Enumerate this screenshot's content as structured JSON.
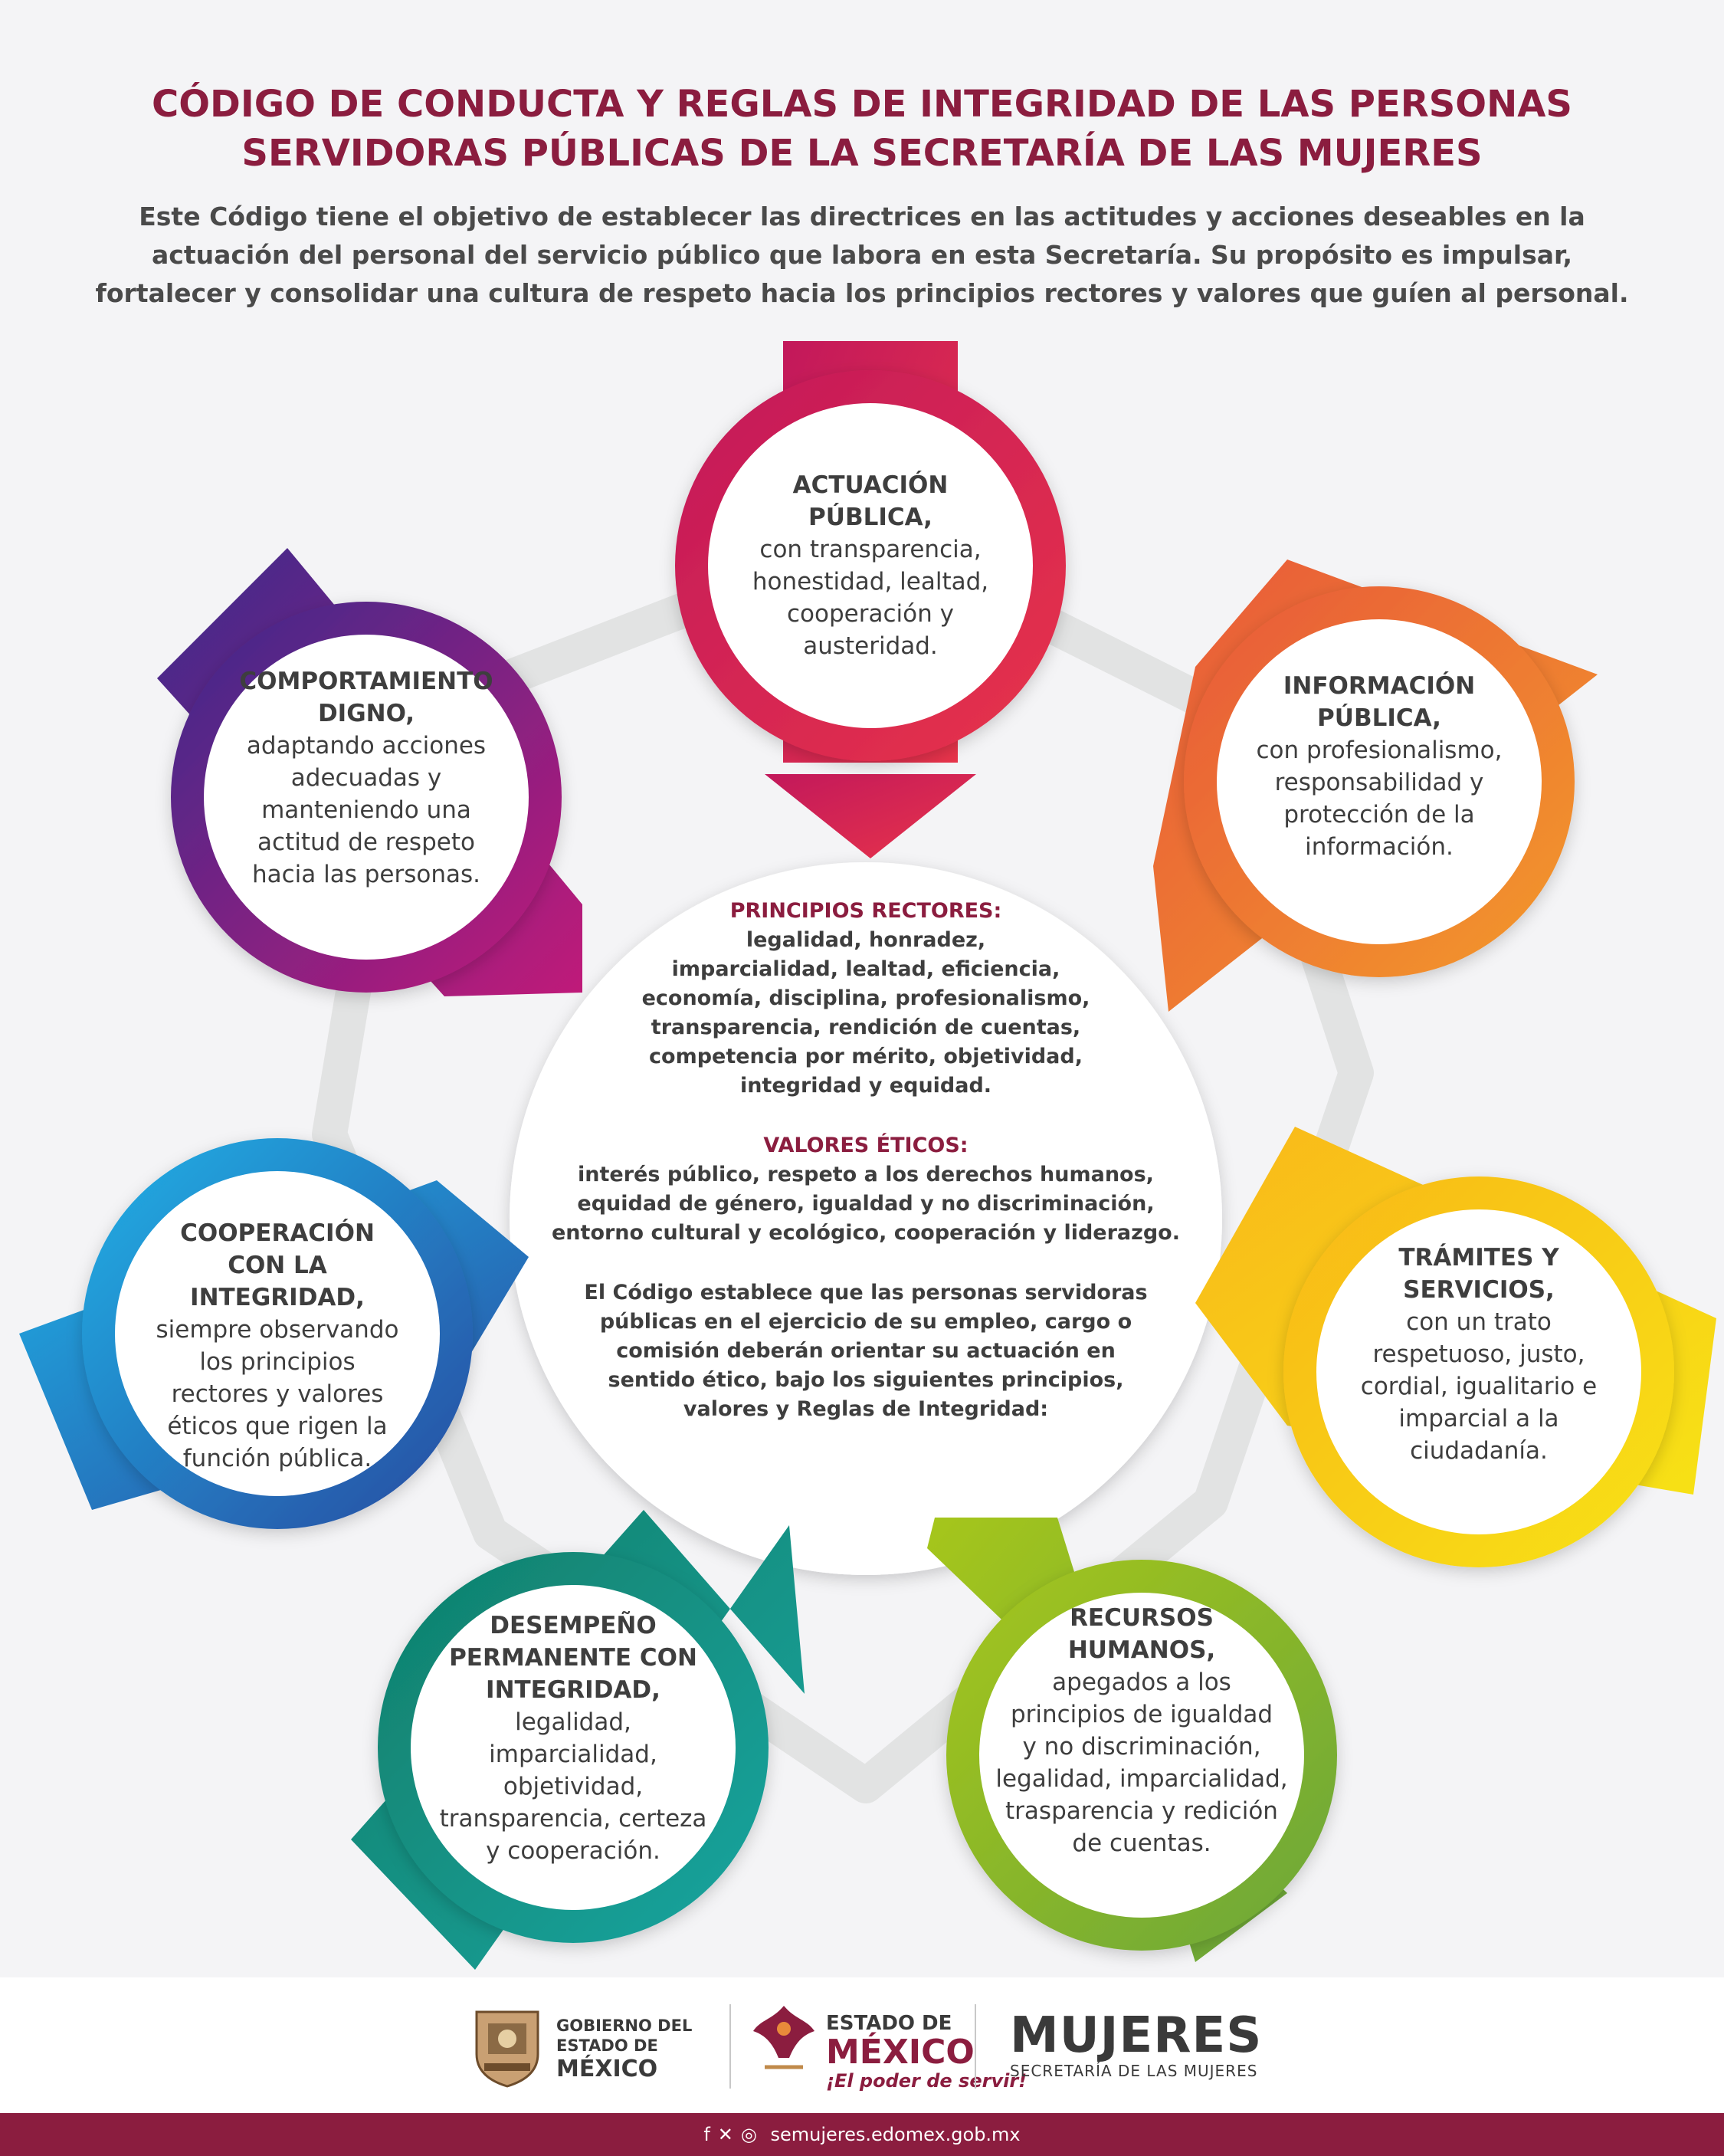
{
  "title_lines": [
    "CÓDIGO DE CONDUCTA Y REGLAS DE INTEGRIDAD DE LAS PERSONAS",
    "SERVIDORAS PÚBLICAS DE LA SECRETARÍA DE LAS MUJERES"
  ],
  "intro_lines": [
    "Este Código tiene el objetivo de establecer las directrices en las actitudes y acciones deseables en la",
    "actuación del personal del servicio público que labora en esta Secretaría. Su propósito es impulsar,",
    "fortalecer y consolidar una cultura de respeto hacia los principios rectores y valores que guíen al personal."
  ],
  "center": {
    "principios_heading": "PRINCIPIOS RECTORES:",
    "principios_lines": [
      "legalidad, honradez,",
      "imparcialidad, lealtad, eficiencia,",
      "economía, disciplina, profesionalismo,",
      "transparencia, rendición de cuentas,",
      "competencia por mérito, objetividad,",
      "integridad y equidad."
    ],
    "valores_heading": "VALORES ÉTICOS:",
    "valores_lines": [
      "interés público, respeto a los derechos humanos,",
      "equidad de género, igualdad y no discriminación,",
      "entorno cultural y ecológico, cooperación y liderazgo."
    ],
    "codigo_lines": [
      "El Código establece que las personas servidoras",
      "públicas en el ejercicio de su empleo, cargo o",
      "comisión deberán orientar su actuación en",
      "sentido ético, bajo los siguientes principios,",
      "valores y Reglas de Integridad:"
    ]
  },
  "rules": [
    {
      "heading_lines": [
        "ACTUACIÓN",
        "PÚBLICA,"
      ],
      "body_lines": [
        "con transparencia,",
        "honestidad, lealtad,",
        "cooperación y",
        "austeridad."
      ],
      "colors": [
        "#c2185b",
        "#e8344a"
      ]
    },
    {
      "heading_lines": [
        "INFORMACIÓN",
        "PÚBLICA,"
      ],
      "body_lines": [
        "con profesionalismo,",
        "responsabilidad y",
        "protección de la",
        "información."
      ],
      "colors": [
        "#e8583a",
        "#f39a2a"
      ]
    },
    {
      "heading_lines": [
        "TRÁMITES Y",
        "SERVICIOS,"
      ],
      "body_lines": [
        "con un trato",
        "respetuoso, justo,",
        "cordial, igualitario e",
        "imparcial a la",
        "ciudadanía."
      ],
      "colors": [
        "#f9b81a",
        "#f7e215"
      ]
    },
    {
      "heading_lines": [
        "RECURSOS",
        "HUMANOS,"
      ],
      "body_lines": [
        "apegados a los",
        "principios de igualdad",
        "y no discriminación,",
        "legalidad, imparcialidad,",
        "trasparencia y redición",
        "de cuentas."
      ],
      "colors": [
        "#a6c61b",
        "#6aa63a"
      ]
    },
    {
      "heading_lines": [
        "DESEMPEÑO",
        "PERMANENTE CON",
        "INTEGRIDAD,"
      ],
      "body_lines": [
        "legalidad,",
        "imparcialidad,",
        "objetividad,",
        "transparencia, certeza",
        "y cooperación."
      ],
      "colors": [
        "#139a82",
        "#0f7f6a"
      ]
    },
    {
      "heading_lines": [
        "COOPERACIÓN",
        "CON LA",
        "INTEGRIDAD,"
      ],
      "body_lines": [
        "siempre observando",
        "los principios",
        "rectores y valores",
        "éticos que rigen la",
        "función pública."
      ],
      "colors": [
        "#1eb1e6",
        "#2a4aa0"
      ]
    },
    {
      "heading_lines": [
        "COMPORTAMIENTO",
        "DIGNO,"
      ],
      "body_lines": [
        "adaptando acciones",
        "adecuadas y",
        "manteniendo una",
        "actitud de respeto",
        "hacia las personas."
      ],
      "colors": [
        "#3a2a8c",
        "#c01a79"
      ]
    }
  ],
  "footer": {
    "gob_lines": [
      "GOBIERNO DEL",
      "ESTADO DE",
      "MÉXICO"
    ],
    "edo_l1": "ESTADO DE",
    "edo_l2": "MÉXICO",
    "edo_l3": "¡El poder de servir!",
    "mujeres": "MUJERES",
    "secretaria": "SECRETARÍA DE LAS MUJERES",
    "social_icons": [
      "facebook-icon",
      "x-icon",
      "instagram-icon"
    ],
    "website": "semujeres.edomex.gob.mx"
  },
  "colors": {
    "title": "#8b1d3f",
    "text": "#3e3e3e",
    "ring": "#e2e3e3",
    "bar": "#8b1d3f"
  }
}
